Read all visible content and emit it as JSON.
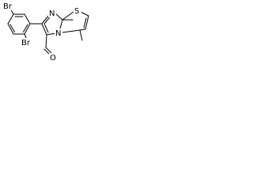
{
  "atoms": {
    "br_top": "Br",
    "br_bottom": "Br",
    "nitrogen_ring": "N",
    "nitrogen_bridge": "N",
    "sulfur": "S",
    "oxygen": "O"
  }
}
